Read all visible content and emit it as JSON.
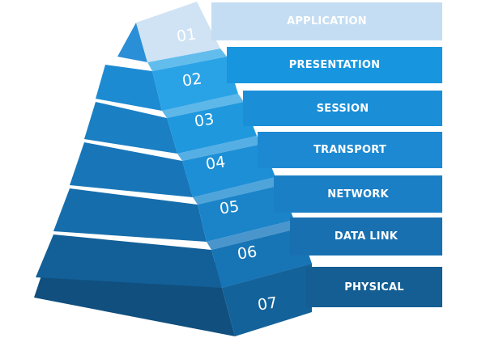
{
  "layers": [
    {
      "number": "01",
      "name": "APPLICATION",
      "bar_color": "#c4ddf2",
      "left_color": "#2a8fd6",
      "right_color": "#cfe3f4",
      "top_color": "#e6f1fa"
    },
    {
      "number": "02",
      "name": "PRESENTATION",
      "bar_color": "#1796df",
      "left_color": "#1c8bd2",
      "right_color": "#2aa3e6",
      "top_color": "#63bdec"
    },
    {
      "number": "03",
      "name": "SESSION",
      "bar_color": "#1a8fd8",
      "left_color": "#1a7fc3",
      "right_color": "#1f98dd",
      "top_color": "#5db7e8"
    },
    {
      "number": "04",
      "name": "TRANSPORT",
      "bar_color": "#1c89d2",
      "left_color": "#1876b8",
      "right_color": "#1d8fd6",
      "top_color": "#56afe4"
    },
    {
      "number": "05",
      "name": "NETWORK",
      "bar_color": "#1b7fc5",
      "left_color": "#166dab",
      "right_color": "#1b84c9",
      "top_color": "#4fa4da"
    },
    {
      "number": "06",
      "name": "DATA LINK",
      "bar_color": "#1870b0",
      "left_color": "#135f97",
      "right_color": "#1775b6",
      "top_color": "#4a96cc"
    },
    {
      "number": "07",
      "name": "PHYSICAL",
      "bar_color": "#155e93",
      "left_color": "#104f7e",
      "right_color": "#14629a",
      "top_color": "#3f85ba"
    }
  ]
}
